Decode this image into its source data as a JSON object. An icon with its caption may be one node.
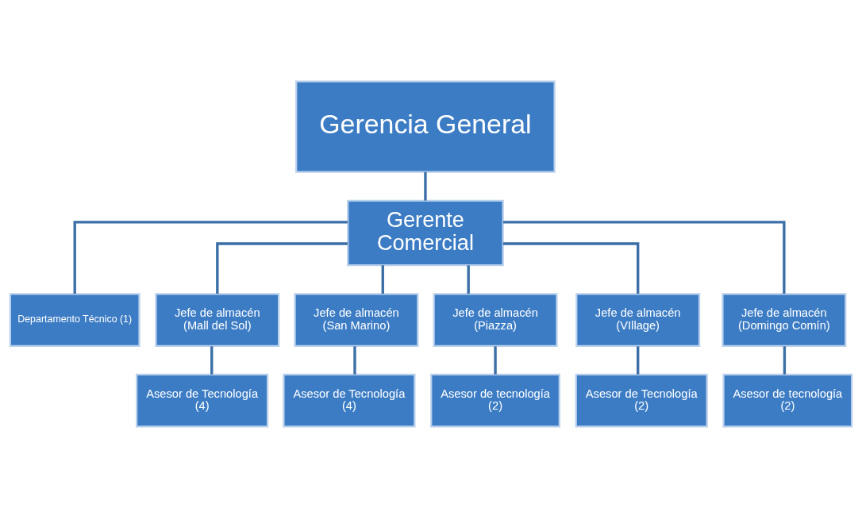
{
  "diagram": {
    "nodes": [
      {
        "text": [
          "Gerencia General"
        ]
      },
      {
        "text": [
          "Gerente Comercial"
        ]
      },
      {
        "text": [
          "Departamento Técnico (1)"
        ]
      },
      {
        "text": [
          "Jefe de almacén (Mall del Sol)"
        ]
      },
      {
        "text": [
          "Jefe de almacén (San Marino)"
        ]
      },
      {
        "text": [
          "Jefe de almacén (Piazza)"
        ]
      },
      {
        "text": [
          "Jefe de almacén (VIllage)"
        ]
      },
      {
        "text": [
          "Jefe de almacén (Domingo Comín)"
        ]
      },
      {
        "text": [
          "Asesor de Tecnología (4)"
        ]
      },
      {
        "text": [
          "Asesor de Tecnología (4)"
        ]
      },
      {
        "text": [
          "Asesor de tecnología (2)"
        ]
      },
      {
        "text": [
          "Asesor de Tecnología (2)"
        ]
      },
      {
        "text": [
          "Asesor de tecnología (2)"
        ]
      }
    ],
    "edges": [
      {
        "from": 0,
        "to": 1,
        "arrow": "none"
      },
      {
        "from": 1,
        "to": 2,
        "arrow": "none"
      },
      {
        "from": 1,
        "to": 3,
        "arrow": "none"
      },
      {
        "from": 1,
        "to": 4,
        "arrow": "none"
      },
      {
        "from": 1,
        "to": 5,
        "arrow": "none"
      },
      {
        "from": 1,
        "to": 6,
        "arrow": "none"
      },
      {
        "from": 1,
        "to": 7,
        "arrow": "none"
      },
      {
        "from": 3,
        "to": 8,
        "arrow": "none"
      },
      {
        "from": 4,
        "to": 9,
        "arrow": "none"
      },
      {
        "from": 5,
        "to": 10,
        "arrow": "none"
      },
      {
        "from": 6,
        "to": 11,
        "arrow": "none"
      },
      {
        "from": 7,
        "to": 12,
        "arrow": "none"
      }
    ]
  }
}
